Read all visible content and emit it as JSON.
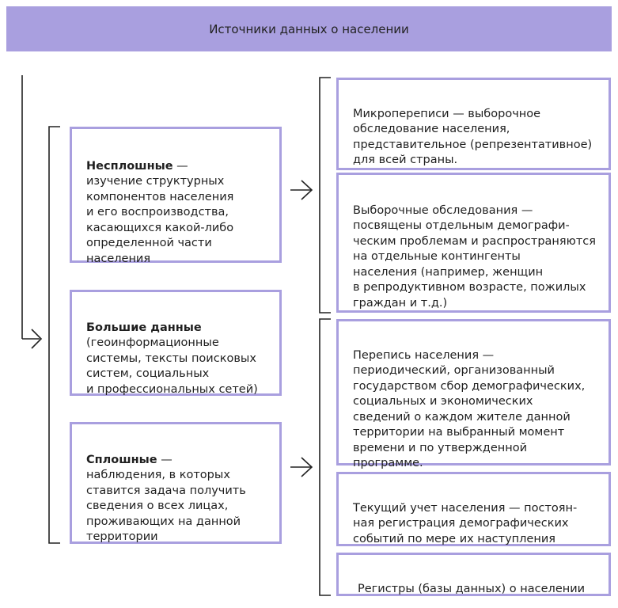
{
  "colors": {
    "header_bg": "#a99fdf",
    "box_border": "#a99fdf",
    "line": "#222222"
  },
  "header": {
    "title": "Источники данных о населении"
  },
  "left_boxes": [
    {
      "bold": "Несплошные",
      "text": " —\nизучение структурных\nкомпонентов населения\nи его воспроизводства,\nкасающихся какой-либо\nопределенной части\nнаселения"
    },
    {
      "bold": "Большие данные",
      "text": "\n(геоинформационные\nсистемы, тексты поисковых\nсистем, социальных\nи профессиональных сетей)"
    },
    {
      "bold": "Сплошные",
      "text": " —\nнаблюдения, в которых\nставится задача получить\nсведения о всех лицах,\nпроживающих на данной\nтерритории"
    }
  ],
  "right_boxes": [
    {
      "text": "Микропереписи — выборочное\nобследование населения,\nпредставительное (репрезентативное)\nдля всей страны."
    },
    {
      "text": "Выборочные обследования —\nпосвящены отдельным демографи-\nческим проблемам и распространяются\nна отдельные контингенты\nнаселения (например, женщин\nв репродуктивном возрасте, пожилых\nграждан и т.д.)"
    },
    {
      "text": "Перепись населения —\nпериодический, организованный\nгосударством сбор демографических,\nсоциальных и экономических\nсведений о каждом жителе данной\nтерритории на выбранный момент\nвремени и по утвержденной\nпрограмме."
    },
    {
      "text": "Текущий учет населения — постоян-\nная регистрация демографических\nсобытий по мере их наступления"
    },
    {
      "text": "Регистры (базы данных) о населении"
    }
  ]
}
